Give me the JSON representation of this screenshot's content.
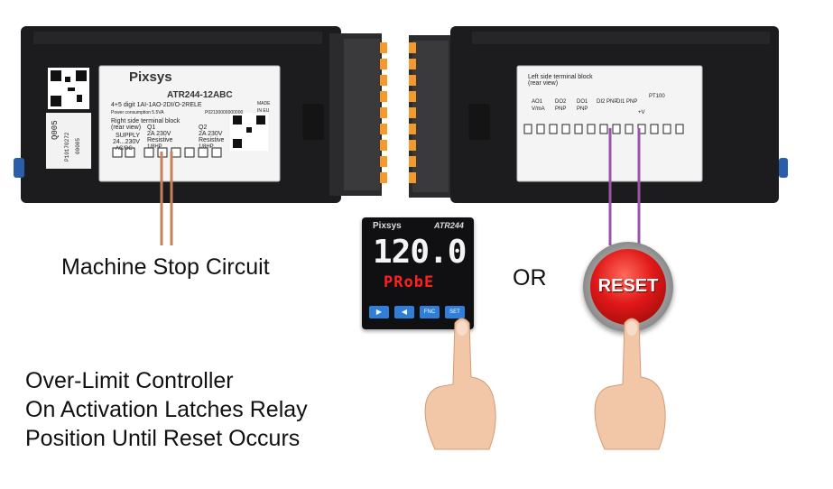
{
  "right_unit": {
    "brand": "Pixsys",
    "model": "ATR244-12ABC",
    "spec_line": "4+5 digit 1AI-1AO-2DI/O-2RELE",
    "power_line": "Power consumption 5.5VA",
    "serial_code": "P02130000000000",
    "made_in": "MADE IN EU",
    "terminal_title": "Right side terminal block",
    "terminal_subtitle": "(rear view)",
    "supply_label": "SUPPLY",
    "supply_range": "24...230V",
    "supply_type": "AC/DC",
    "q1_label": "Q1",
    "q1_rating": "2A 230V",
    "q1_type": "Resistive",
    "q1_hp": "1/8HP",
    "q2_label": "Q2",
    "q2_rating": "2A 230V",
    "q2_type": "Resistive",
    "q2_hp": "1/8HP",
    "side_code_1": "Q005",
    "side_code_2": "P10170272",
    "side_code_3": "00005"
  },
  "left_unit": {
    "terminal_title": "Left side terminal block",
    "terminal_subtitle": "(rear view)",
    "labels": [
      "AO1 V/mA",
      "DO2 PNP",
      "DO1 PNP",
      "DI2 PNP",
      "DI1 PNP",
      "+V",
      "PT100"
    ]
  },
  "controller": {
    "brand": "Pixsys",
    "model": "ATR244",
    "display_value": "120.0",
    "sub_display": "PRobE",
    "buttons": [
      "▶",
      "◀",
      "FNC",
      "SET"
    ]
  },
  "reset_button": {
    "label": "RESET"
  },
  "captions": {
    "machine_stop": "Machine Stop Circuit",
    "or": "OR",
    "desc_line1": "Over-Limit Controller",
    "desc_line2": "On Activation Latches Relay",
    "desc_line3": "Position Until Reset Occurs"
  },
  "colors": {
    "relay_wire": "#c4835a",
    "reset_wire": "#9b55a8",
    "reset_red": "#e01818",
    "display_red": "#ff2020"
  }
}
